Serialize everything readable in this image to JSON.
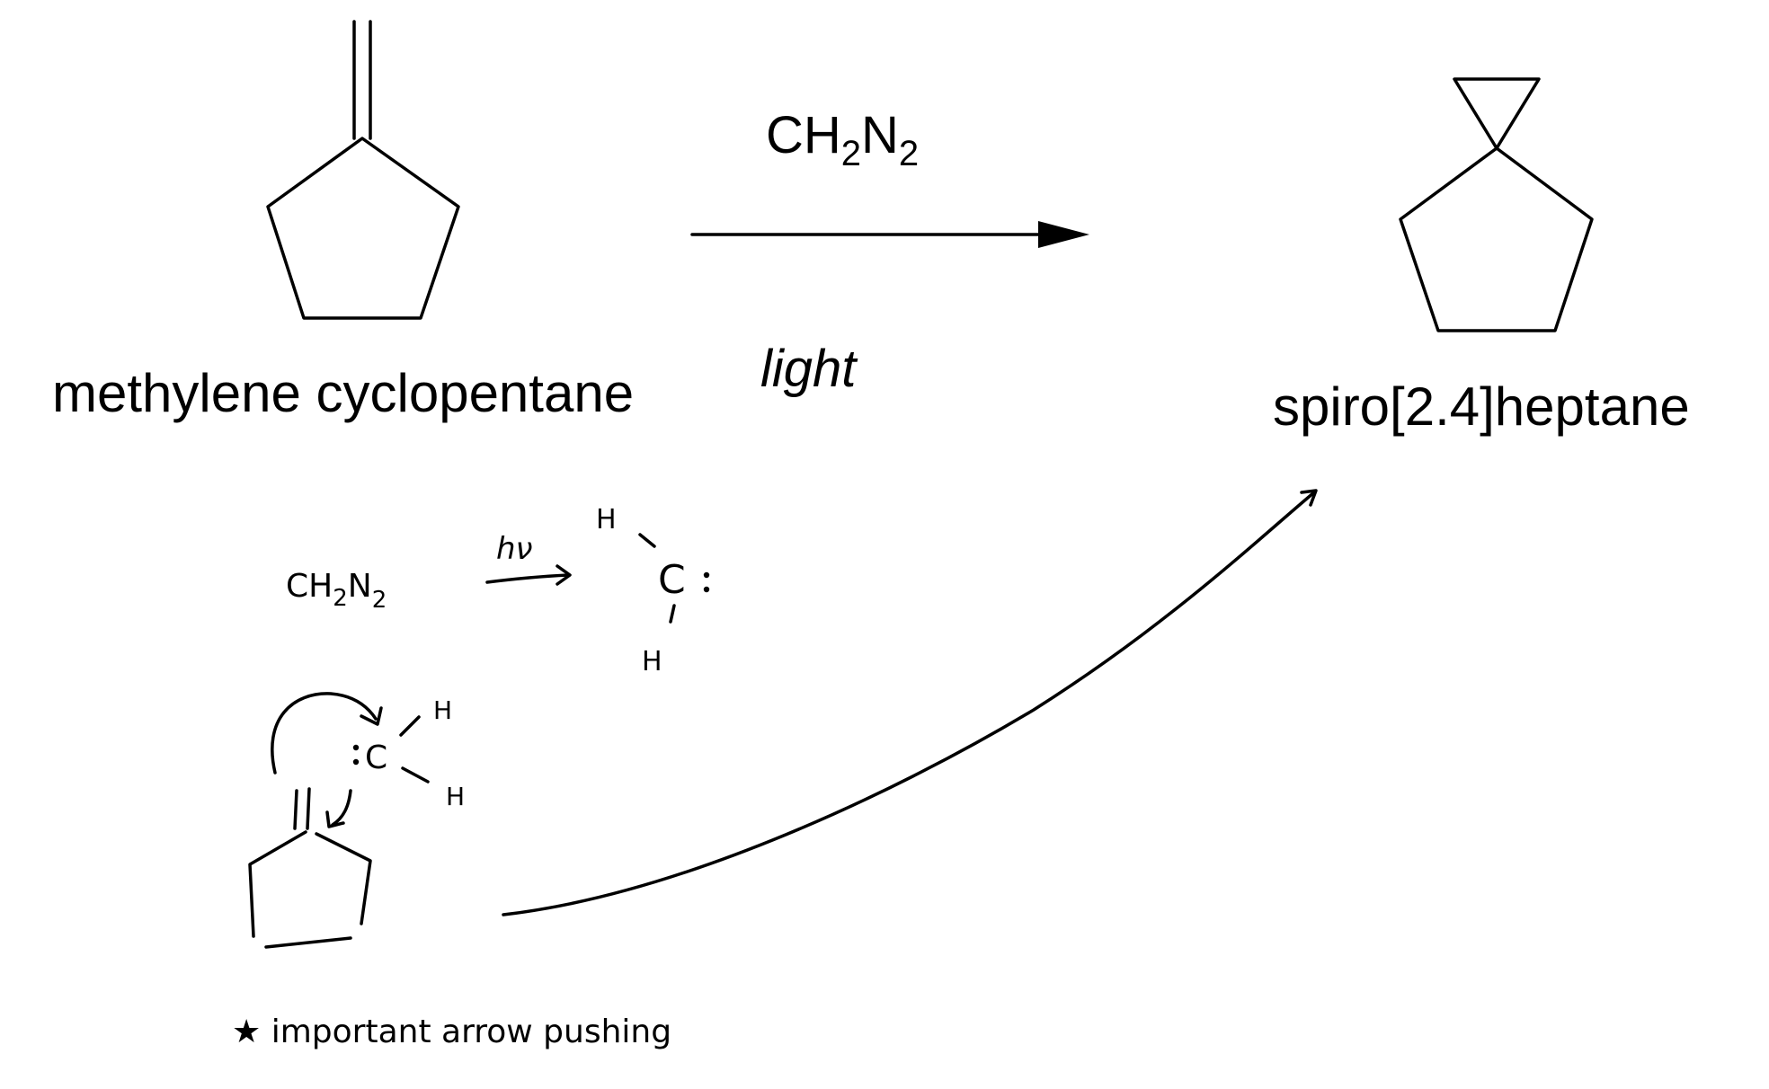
{
  "reaction": {
    "reactant_name": "methylene cyclopentane",
    "product_name": "spiro[2.4]heptane",
    "reagent": {
      "base": "CH",
      "sub1": "2",
      "mid": "N",
      "sub2": "2"
    },
    "condition": "light"
  },
  "mechanism": {
    "step1": {
      "reagent": {
        "base": "CH",
        "sub1": "2",
        "mid": "N",
        "sub2": "2"
      },
      "arrow_label": "hν",
      "carbene_atom": "C",
      "h_top": "H",
      "h_bottom": "H"
    },
    "step2": {
      "carbene_atom": "C",
      "h_top": "H",
      "h_bottom": "H"
    },
    "note": "★ important arrow pushing"
  }
}
